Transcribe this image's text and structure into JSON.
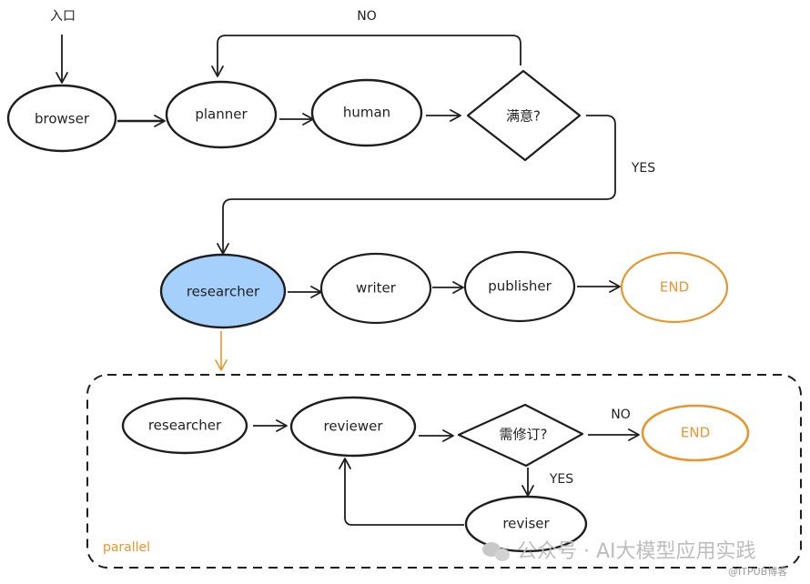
{
  "diagram": {
    "entry_label": "入口",
    "colors": {
      "stroke": "#1e1e1e",
      "highlight_fill": "#a5d0fb",
      "end_color": "#e8962e",
      "watermark": "#bdbdbd"
    },
    "top_flow": {
      "nodes": {
        "browser": "browser",
        "planner": "planner",
        "human": "human",
        "decision": "满意?"
      },
      "edge_labels": {
        "no": "NO",
        "yes": "YES"
      }
    },
    "main_flow": {
      "nodes": {
        "researcher": "researcher",
        "writer": "writer",
        "publisher": "publisher",
        "end": "END"
      }
    },
    "parallel_group": {
      "label": "parallel",
      "nodes": {
        "researcher": "researcher",
        "reviewer": "reviewer",
        "decision": "需修订?",
        "end": "END",
        "reviser": "reviser"
      },
      "edge_labels": {
        "no": "NO",
        "yes": "YES"
      }
    },
    "watermark": {
      "main": "公众号 · AI大模型应用实践",
      "credit": "@ITPUB博客"
    }
  }
}
